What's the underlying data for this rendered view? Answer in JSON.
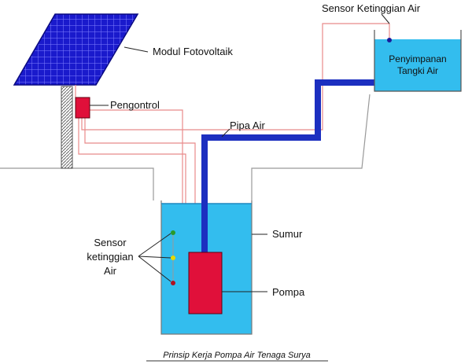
{
  "labels": {
    "solar_module": "Modul Fotovoltaik",
    "controller": "Pengontrol",
    "water_pipe": "Pipa Air",
    "tank_level_sensor": "Sensor Ketinggian Air",
    "storage_tank_line1": "Penyimpanan",
    "storage_tank_line2": "Tangki Air",
    "well": "Sumur",
    "pump": "Pompa",
    "well_sensor_line1": "Sensor",
    "well_sensor_line2": "ketinggian",
    "well_sensor_line3": "Air"
  },
  "caption": "Prinsip Kerja Pompa Air Tenaga Surya",
  "colors": {
    "solar_panel": "#1a1acc",
    "controller": "#e0103a",
    "pump": "#e0103a",
    "pipe": "#1c2fc0",
    "water": "#33bdee",
    "wire": "#e88a8a",
    "sensor_green": "#2a9a2a",
    "sensor_yellow": "#e8d800",
    "sensor_red": "#b01020"
  }
}
